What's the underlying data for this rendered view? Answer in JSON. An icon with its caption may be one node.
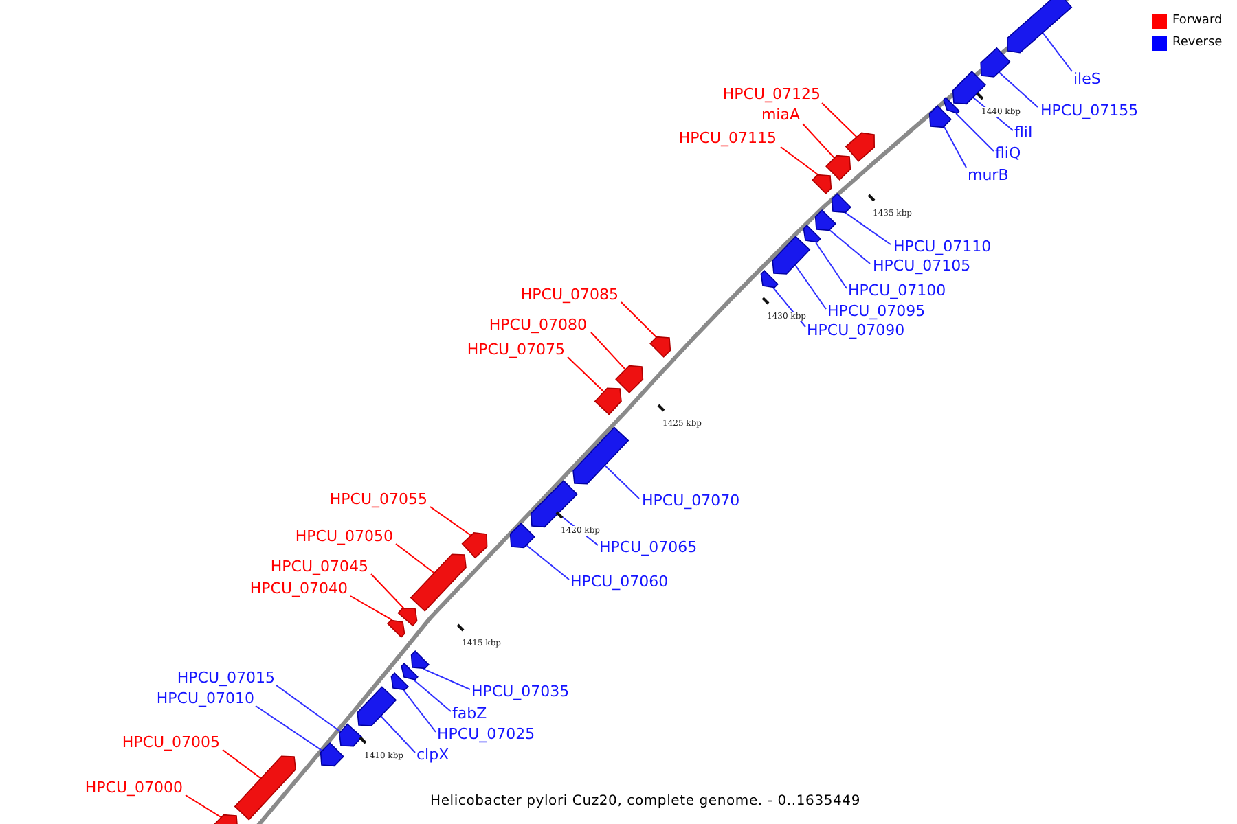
{
  "diagram": {
    "caption": "Helicobacter pylori Cuz20, complete genome. - 0..1635449",
    "nodes": [
      {
        "text": [
          "ileS"
        ]
      },
      {
        "text": [],
        "shape": "bar"
      },
      {
        "text": [
          "HPCU_07125"
        ]
      },
      {
        "text": [],
        "shape": "bar"
      },
      {
        "text": [
          "HPCU_07155"
        ]
      },
      {
        "text": [],
        "shape": "bar"
      },
      {
        "text": [
          "miaA"
        ]
      },
      {
        "text": [],
        "shape": "bar"
      },
      {
        "text": [
          "fliI"
        ]
      },
      {
        "text": [],
        "shape": "bar"
      },
      {
        "text": [
          "HPCU_07115"
        ]
      },
      {
        "text": [],
        "shape": "bar"
      },
      {
        "text": [
          "fliQ"
        ]
      },
      {
        "text": [],
        "shape": "bar"
      },
      {
        "text": [
          "murB"
        ]
      },
      {
        "text": [],
        "shape": "bar"
      },
      {
        "text": [
          "HPCU_07110"
        ]
      },
      {
        "text": [],
        "shape": "bar"
      },
      {
        "text": [
          "HPCU_07105"
        ]
      },
      {
        "text": [],
        "shape": "bar"
      },
      {
        "text": [
          "HPCU_07100"
        ]
      },
      {
        "text": [],
        "shape": "bar"
      },
      {
        "text": [
          "HPCU_07085"
        ]
      },
      {
        "text": [],
        "shape": "bar"
      },
      {
        "text": [
          "HPCU_07095"
        ]
      },
      {
        "text": [],
        "shape": "bar"
      },
      {
        "text": [
          "HPCU_07080"
        ]
      },
      {
        "text": [],
        "shape": "bar"
      },
      {
        "text": [
          "HPCU_07090"
        ]
      },
      {
        "text": [],
        "shape": "bar"
      },
      {
        "text": [
          "HPCU_07075"
        ]
      },
      {
        "text": [],
        "shape": "bar"
      },
      {
        "text": [
          "HPCU_07055"
        ]
      },
      {
        "text": [],
        "shape": "bar"
      },
      {
        "text": [
          "HPCU_07070"
        ]
      },
      {
        "text": [],
        "shape": "bar"
      },
      {
        "text": [
          "HPCU_07050"
        ]
      },
      {
        "text": [],
        "shape": "bar"
      },
      {
        "text": [
          "HPCU_07065"
        ]
      },
      {
        "text": [],
        "shape": "bar"
      },
      {
        "text": [
          "HPCU_07045"
        ]
      },
      {
        "text": [],
        "shape": "bar"
      },
      {
        "text": [
          "HPCU_07060"
        ]
      },
      {
        "text": [],
        "shape": "bar"
      },
      {
        "text": [
          "HPCU_07040"
        ]
      },
      {
        "text": [],
        "shape": "bar"
      },
      {
        "text": [
          "HPCU_07015"
        ]
      },
      {
        "text": [],
        "shape": "bar"
      },
      {
        "text": [
          "HPCU_07035"
        ]
      },
      {
        "text": [],
        "shape": "bar"
      },
      {
        "text": [
          "HPCU_07010"
        ]
      },
      {
        "text": [],
        "shape": "bar"
      },
      {
        "text": [
          "fabZ"
        ]
      },
      {
        "text": [],
        "shape": "bar"
      },
      {
        "text": [
          "HPCU_07025"
        ]
      },
      {
        "text": [],
        "shape": "bar"
      },
      {
        "text": [
          "HPCU_07005"
        ]
      },
      {
        "text": [],
        "shape": "bar"
      },
      {
        "text": [
          "clpX"
        ]
      },
      {
        "text": [],
        "shape": "bar"
      },
      {
        "text": [
          "HPCU_07000"
        ]
      },
      {
        "text": [],
        "shape": "bar"
      }
    ],
    "edges": [
      {
        "from": 0,
        "to": 1,
        "arrow": "none"
      },
      {
        "from": 2,
        "to": 3,
        "arrow": "none",
        "color": "#ff0000"
      },
      {
        "from": 4,
        "to": 5,
        "arrow": "none"
      },
      {
        "from": 6,
        "to": 7,
        "arrow": "none",
        "color": "#ff0000"
      },
      {
        "from": 8,
        "to": 9,
        "arrow": "none"
      },
      {
        "from": 10,
        "to": 11,
        "arrow": "none",
        "color": "#ff0000"
      },
      {
        "from": 12,
        "to": 13,
        "arrow": "none"
      },
      {
        "from": 14,
        "to": 15,
        "arrow": "none"
      },
      {
        "from": 16,
        "to": 17,
        "arrow": "none"
      },
      {
        "from": 18,
        "to": 19,
        "arrow": "none"
      },
      {
        "from": 20,
        "to": 21,
        "arrow": "none"
      },
      {
        "from": 22,
        "to": 23,
        "arrow": "none",
        "color": "#ff0000"
      },
      {
        "from": 24,
        "to": 25,
        "arrow": "none"
      },
      {
        "from": 26,
        "to": 27,
        "arrow": "none",
        "color": "#ff0000"
      },
      {
        "from": 28,
        "to": 29,
        "arrow": "none"
      },
      {
        "from": 30,
        "to": 31,
        "arrow": "none",
        "color": "#ff0000"
      },
      {
        "from": 32,
        "to": 33,
        "arrow": "none",
        "color": "#ff0000"
      },
      {
        "from": 34,
        "to": 35,
        "arrow": "none"
      },
      {
        "from": 36,
        "to": 37,
        "arrow": "none",
        "color": "#ff0000"
      },
      {
        "from": 38,
        "to": 39,
        "arrow": "none"
      },
      {
        "from": 40,
        "to": 41,
        "arrow": "none",
        "color": "#ff0000"
      },
      {
        "from": 42,
        "to": 43,
        "arrow": "none"
      },
      {
        "from": 44,
        "to": 45,
        "arrow": "none",
        "color": "#ff0000"
      },
      {
        "from": 46,
        "to": 47,
        "arrow": "none"
      },
      {
        "from": 48,
        "to": 49,
        "arrow": "none"
      },
      {
        "from": 50,
        "to": 51,
        "arrow": "none"
      },
      {
        "from": 52,
        "to": 53,
        "arrow": "none"
      },
      {
        "from": 54,
        "to": 55,
        "arrow": "none"
      },
      {
        "from": 56,
        "to": 57,
        "arrow": "none",
        "color": "#ff0000"
      },
      {
        "from": 58,
        "to": 59,
        "arrow": "none"
      },
      {
        "from": 60,
        "to": 61,
        "arrow": "none",
        "color": "#ff0000"
      }
    ],
    "labels": [
      "1440 kbp",
      "1435 kbp",
      "1430 kbp",
      "1425 kbp",
      "1420 kbp",
      "1415 kbp",
      "1410 kbp"
    ],
    "legend": [
      {
        "text": "Forward",
        "color": "#ff0000"
      },
      {
        "text": "Reverse",
        "color": "#0000ff"
      }
    ]
  }
}
